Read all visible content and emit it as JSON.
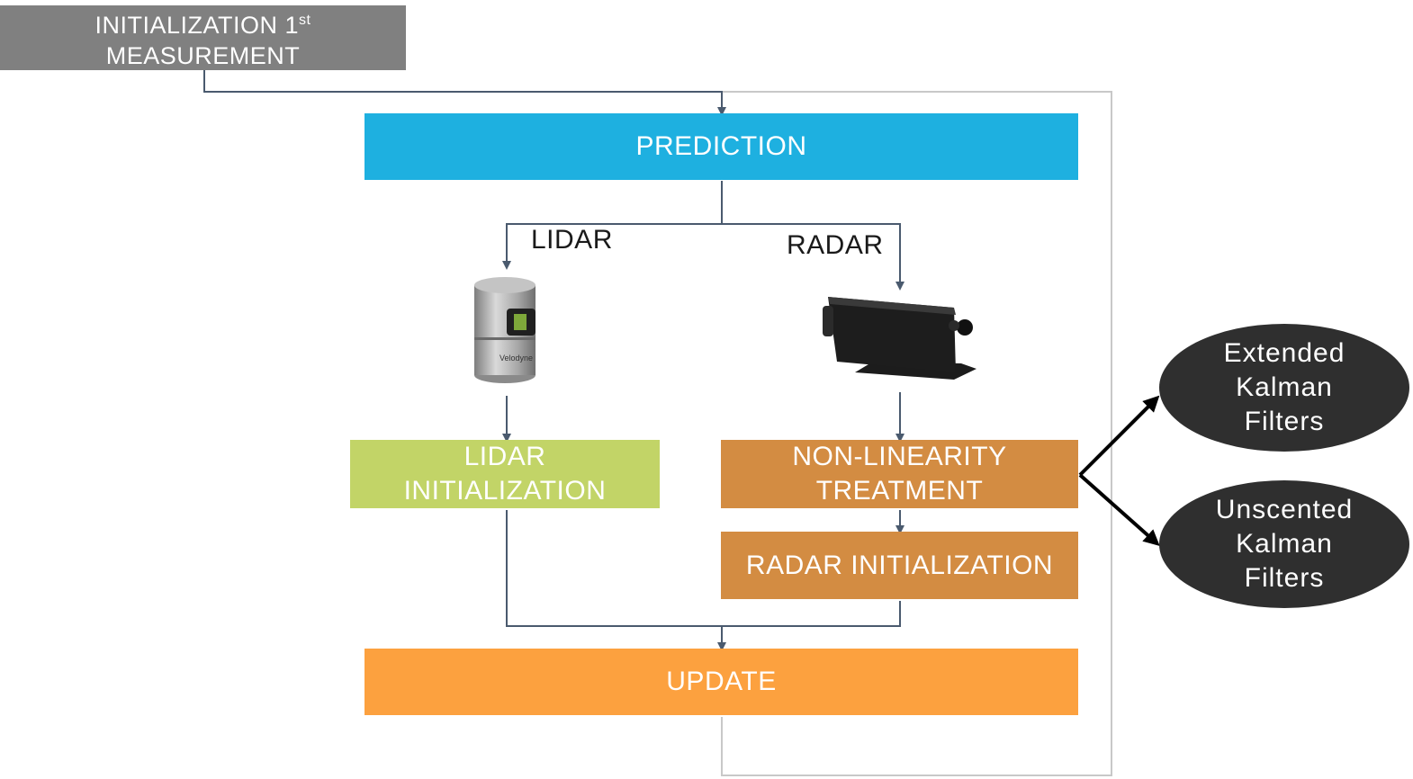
{
  "init_box": {
    "line1": "INITIALIZATION 1",
    "sup": "st",
    "line2": "MEASUREMENT"
  },
  "prediction": {
    "label": "PREDICTION"
  },
  "lidar_label": "LIDAR",
  "radar_label": "RADAR",
  "lidar_device": {
    "brand": "Velodyne"
  },
  "lidar_init": {
    "line1": "LIDAR",
    "line2": "INITIALIZATION"
  },
  "nonlinearity": {
    "line1": "NON-LINEARITY",
    "line2": "TREATMENT"
  },
  "radar_init": {
    "label": "RADAR INITIALIZATION"
  },
  "update": {
    "label": "UPDATE"
  },
  "ekf": {
    "line1": "Extended",
    "line2": "Kalman",
    "line3": "Filters"
  },
  "ukf": {
    "line1": "Unscented",
    "line2": "Kalman",
    "line3": "Filters"
  },
  "colors": {
    "init": "#808080",
    "prediction": "#1eb0e0",
    "lidar_init": "#c2d467",
    "nonlinearity": "#d38c42",
    "radar_init": "#d38c42",
    "update": "#fca13f",
    "filters": "#2f2f2f",
    "connector": "#4a5a6e",
    "loop": "#c8c8c8"
  }
}
